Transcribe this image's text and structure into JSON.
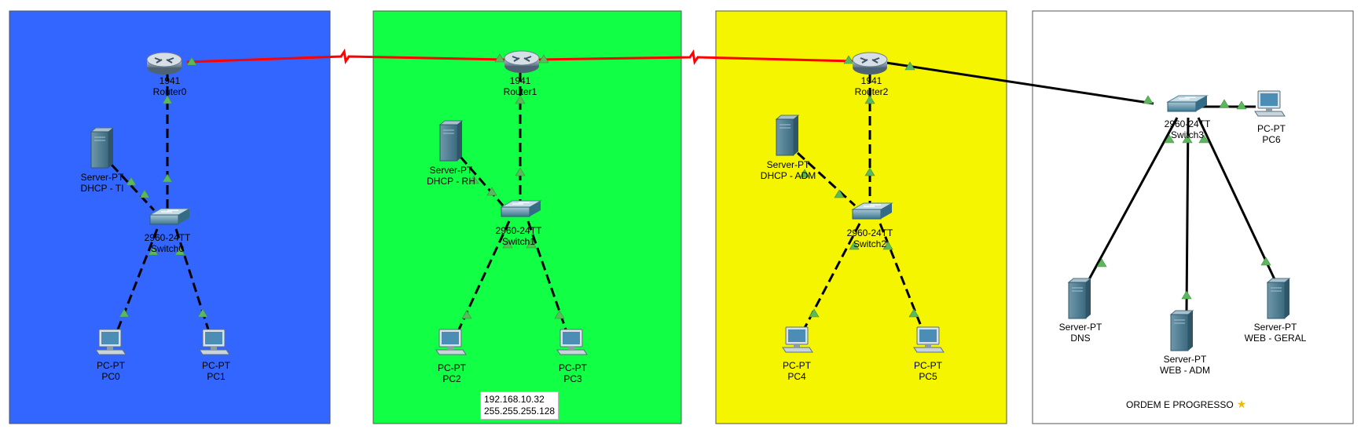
{
  "areas": [
    {
      "color": "#3366ff"
    },
    {
      "color": "#11ff44"
    },
    {
      "color": "#f5f500"
    },
    {
      "color": "#ffffff"
    }
  ],
  "devices": {
    "router0": {
      "model": "1941",
      "name": "Router0"
    },
    "router1": {
      "model": "1941",
      "name": "Router1"
    },
    "router2": {
      "model": "1941",
      "name": "Router2"
    },
    "switch0": {
      "model": "2960-24TT",
      "name": "Switch0"
    },
    "switch1": {
      "model": "2960-24TT",
      "name": "Switch1"
    },
    "switch2": {
      "model": "2960-24TT",
      "name": "Switch2"
    },
    "switch3": {
      "model": "2960-24TT",
      "name": "Switch3"
    },
    "server_dhcp_ti": {
      "model": "Server-PT",
      "name": "DHCP - TI"
    },
    "server_dhcp_rh": {
      "model": "Server-PT",
      "name": "DHCP - RH"
    },
    "server_dhcp_adm": {
      "model": "Server-PT",
      "name": "DHCP - ADM"
    },
    "server_dns": {
      "model": "Server-PT",
      "name": "DNS"
    },
    "server_web_adm": {
      "model": "Server-PT",
      "name": "WEB - ADM"
    },
    "server_web_geral": {
      "model": "Server-PT",
      "name": "WEB - GERAL"
    },
    "pc0": {
      "model": "PC-PT",
      "name": "PC0"
    },
    "pc1": {
      "model": "PC-PT",
      "name": "PC1"
    },
    "pc2": {
      "model": "PC-PT",
      "name": "PC2"
    },
    "pc3": {
      "model": "PC-PT",
      "name": "PC3"
    },
    "pc4": {
      "model": "PC-PT",
      "name": "PC4"
    },
    "pc5": {
      "model": "PC-PT",
      "name": "PC5"
    },
    "pc6": {
      "model": "PC-PT",
      "name": "PC6"
    }
  },
  "notes": {
    "ip_address": "192.168.10.32",
    "subnet_mask": "255.255.255.128",
    "caption": "ORDEM E PROGRESSO"
  },
  "colors": {
    "serial_link": "#ff0000",
    "link_up": "#5cb85c",
    "cable": "#000000"
  }
}
